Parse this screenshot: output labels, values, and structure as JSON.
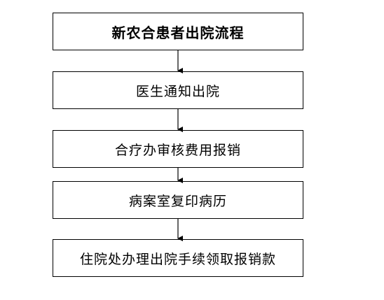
{
  "flowchart": {
    "steps": [
      {
        "label": "新农合患者出院流程"
      },
      {
        "label": "医生通知出院"
      },
      {
        "label": "合疗办审核费用报销"
      },
      {
        "label": "病案室复印病历"
      },
      {
        "label": "住院处办理出院手续领取报销款"
      }
    ]
  }
}
